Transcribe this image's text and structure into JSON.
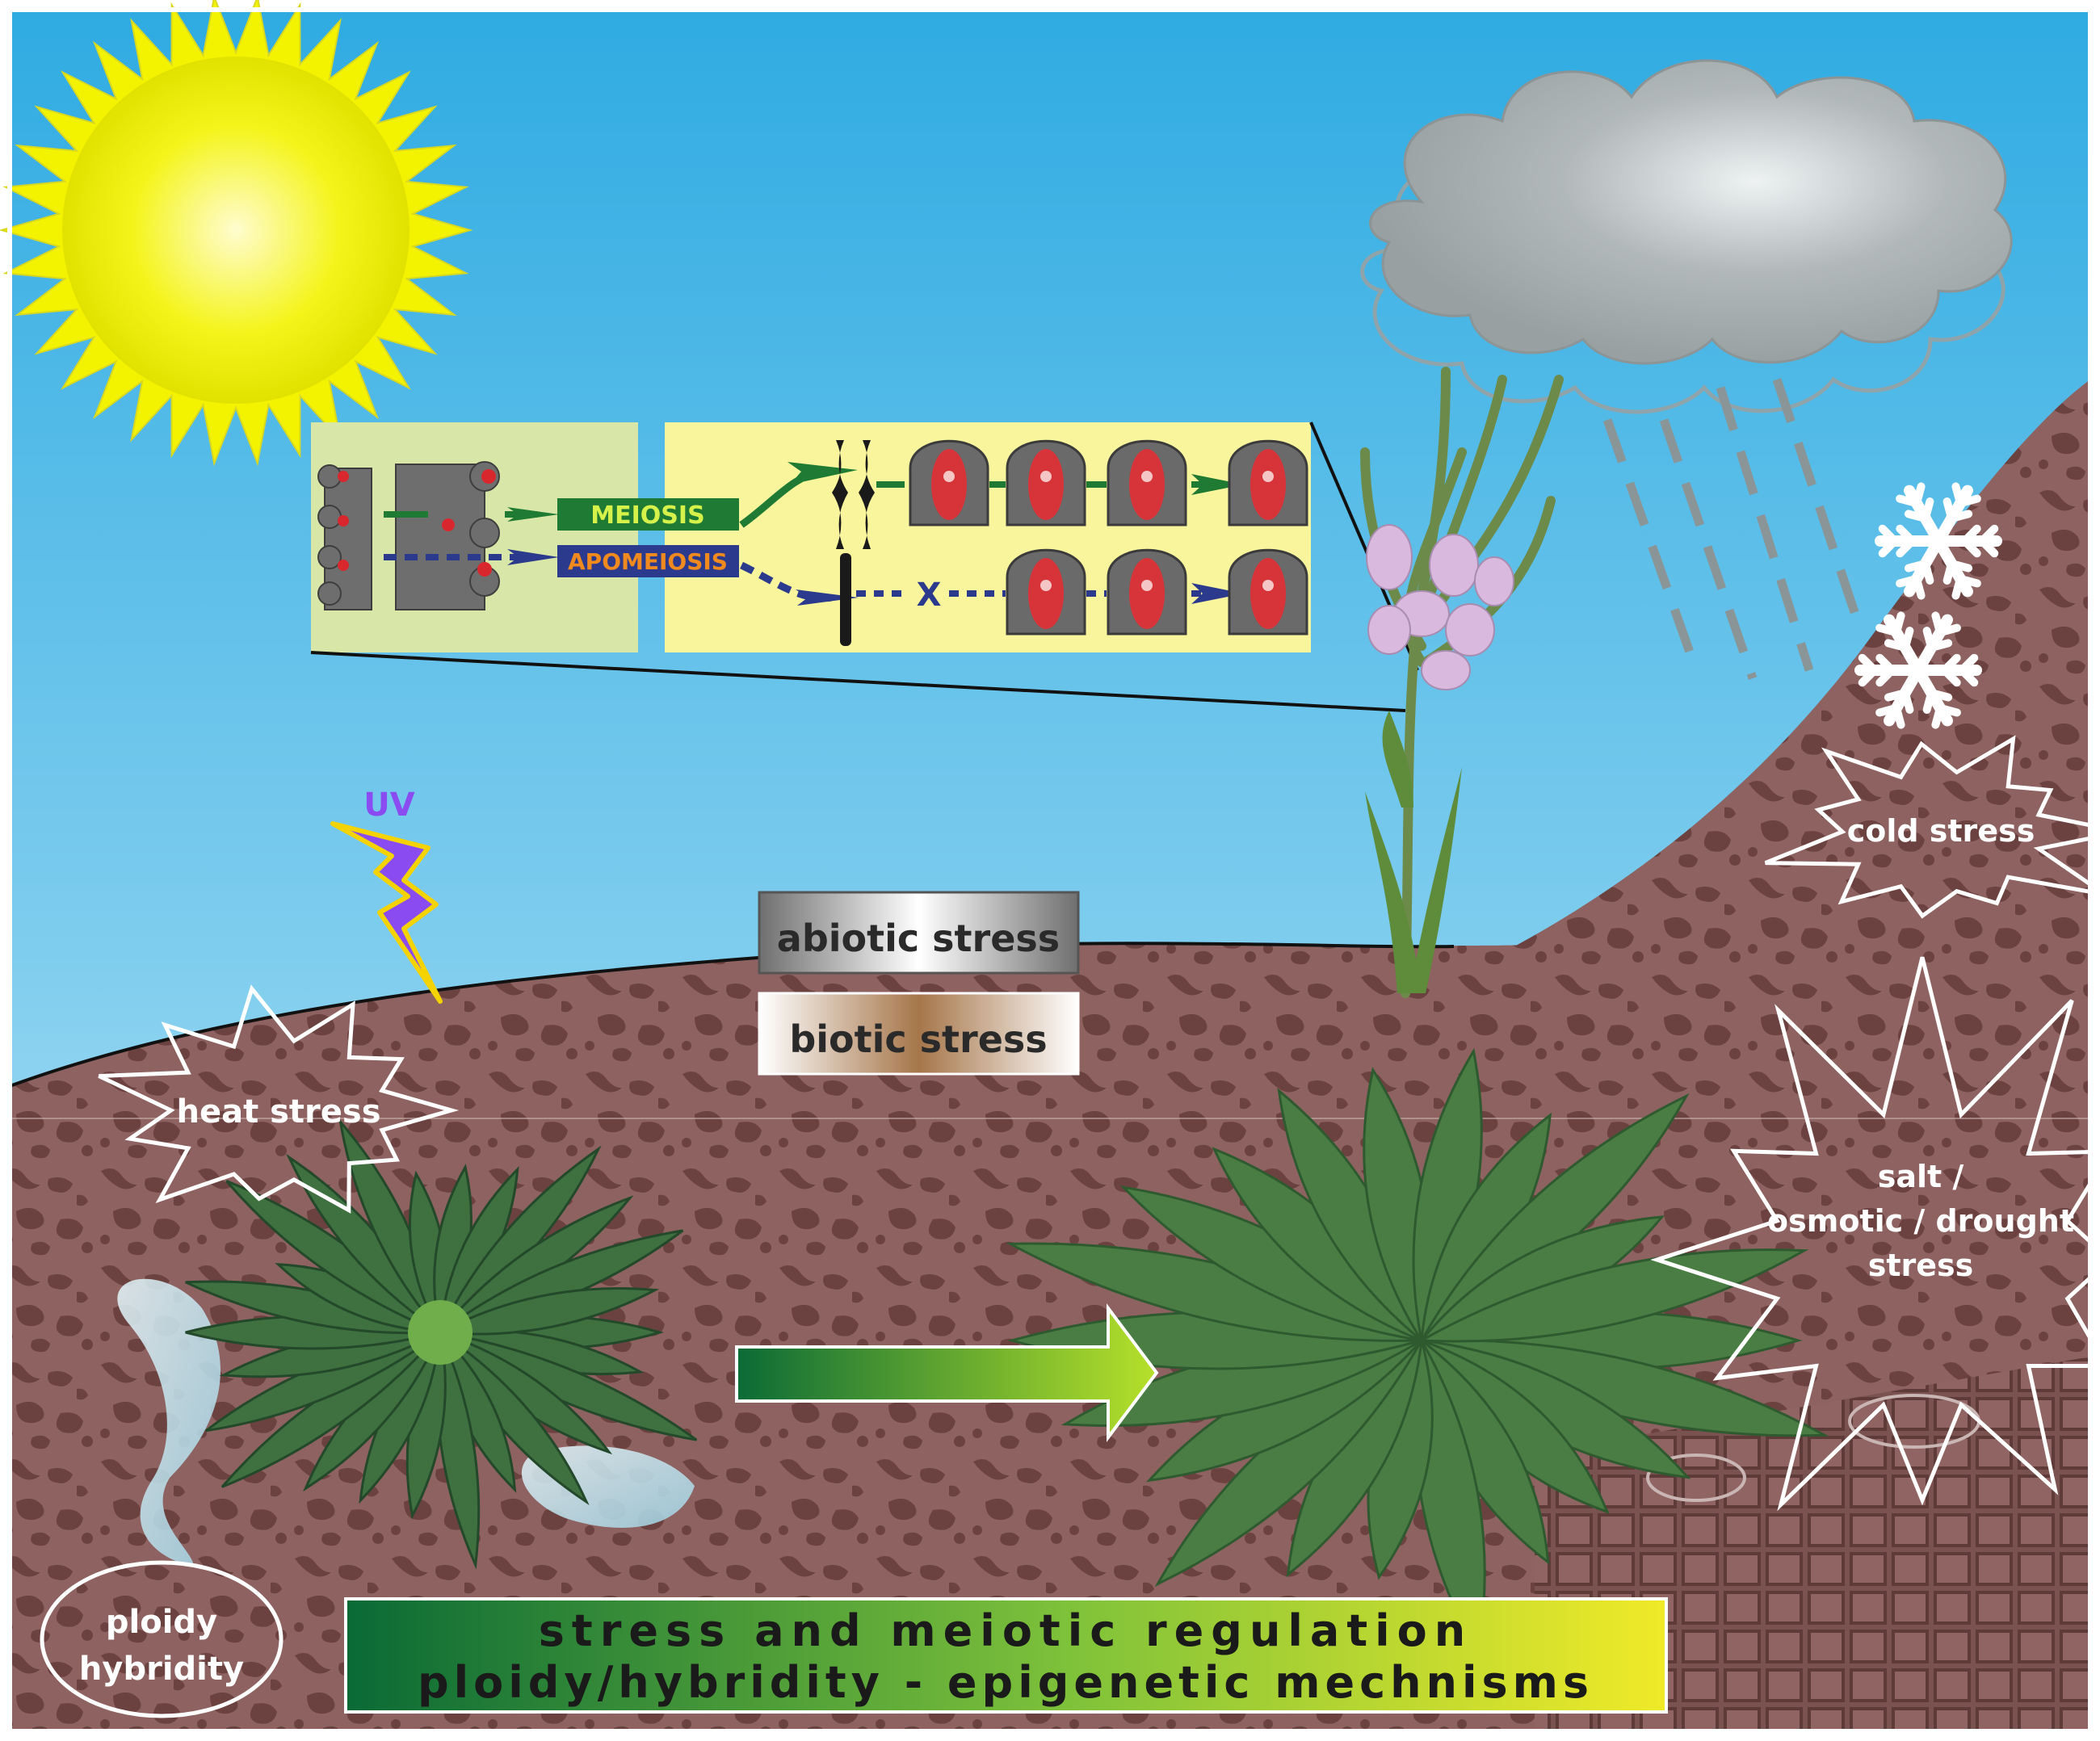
{
  "meiosis_panel": {
    "meiosis_label": "MEIOSIS",
    "apomeiosis_label": "APOMEIOSIS",
    "blocked_marker": "X"
  },
  "uv_label": "UV",
  "stress_boxes": {
    "abiotic": "abiotic stress",
    "biotic": "biotic stress"
  },
  "stress_bursts": {
    "heat": "heat stress",
    "cold": "cold stress",
    "salt_line1": "salt /",
    "salt_line2": "osmotic / drought",
    "salt_line3": "stress"
  },
  "ploidy": {
    "line1": "ploidy",
    "line2": "hybridity"
  },
  "banner": {
    "line1": "stress and meiotic regulation",
    "line2": "ploidy/hybridity - epigenetic mechnisms"
  },
  "colors": {
    "sky_top": "#33aee3",
    "sky_bottom": "#c8ecf7",
    "soil": "#8a5f5c",
    "soil_dark": "#6e4542",
    "sun": "#f2f200",
    "cloud": "#a6aeb0",
    "meiosis_green": "#1f7a34",
    "apomeiosis_blue": "#2b3a8c",
    "apomeiosis_text": "#f08a1e",
    "uv_purple": "#8a4cf0",
    "banner_dark_green": "#0a6b36",
    "banner_yellow": "#f0eb28"
  }
}
